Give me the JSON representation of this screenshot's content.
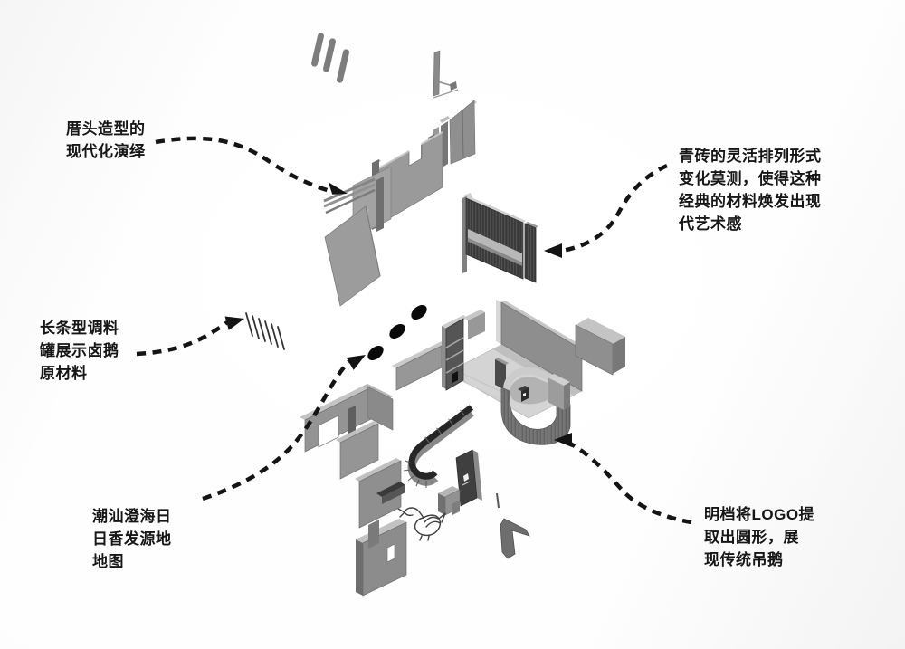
{
  "annotations": {
    "roof": {
      "text": "厝头造型的\n现代化演绎"
    },
    "brick": {
      "text": "青砖的灵活排列形式\n变化莫测，使得这种\n经典的材料焕发出现\n代艺术感"
    },
    "jars": {
      "text": "长条型调料\n罐展示卤鹅\n原材料"
    },
    "map": {
      "text": "潮汕澄海日\n日香发源地\n地图"
    },
    "kitchen": {
      "text": "明档将LOGO提\n取出圆形，展\n现传统吊鹅"
    }
  },
  "colors": {
    "annotation_text": "#161616",
    "arrow": "#141414",
    "background": "#ffffff",
    "model_light": "#c8c8c8",
    "model_mid": "#979797",
    "model_dark": "#3a3a3a",
    "floor": "#d4d4d4",
    "map_dots": "#0a0a0a"
  }
}
